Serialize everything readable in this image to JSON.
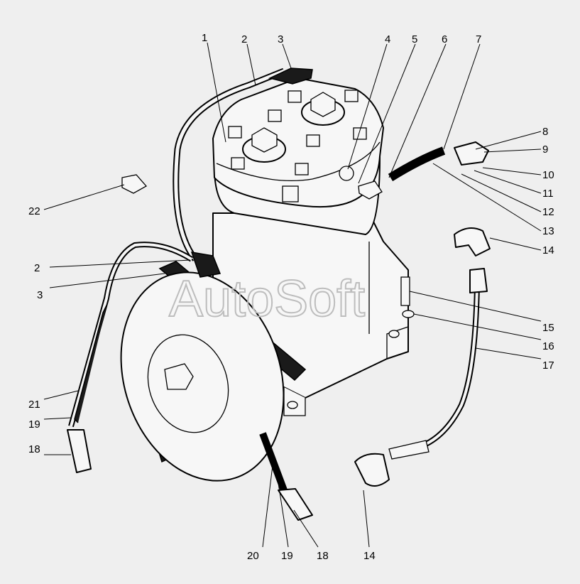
{
  "watermark": "AutoSoft",
  "callouts": {
    "c1": "1",
    "c2a": "2",
    "c3a": "3",
    "c4": "4",
    "c5": "5",
    "c6": "6",
    "c7": "7",
    "c8": "8",
    "c9": "9",
    "c10": "10",
    "c11": "11",
    "c12": "12",
    "c13": "13",
    "c14a": "14",
    "c2b": "2",
    "c3b": "3",
    "c15": "15",
    "c16": "16",
    "c17": "17",
    "c22": "22",
    "c21": "21",
    "c19a": "19",
    "c18a": "18",
    "c20": "20",
    "c19b": "19",
    "c18b": "18",
    "c14b": "14"
  }
}
